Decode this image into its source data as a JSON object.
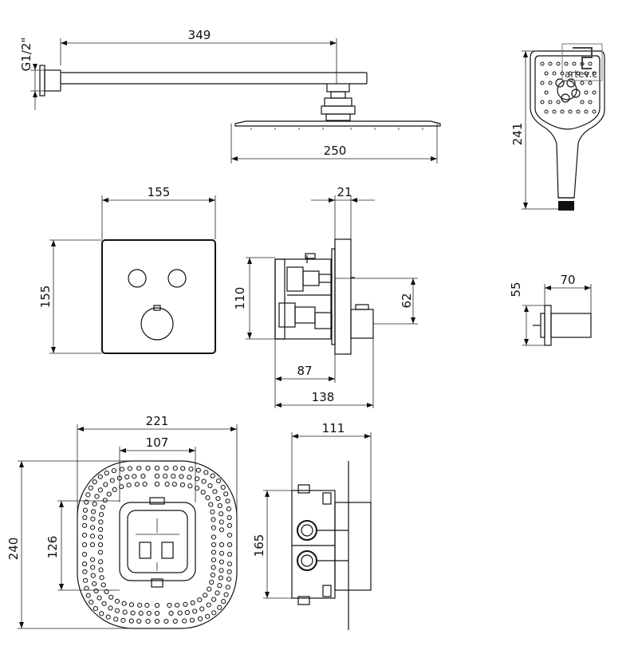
{
  "drawing": {
    "thread_label": "G1/2\"",
    "arm_length": "349",
    "head_width": "250",
    "hand_length": "241",
    "plate_width": "155",
    "plate_height": "155",
    "plate_depth": "21",
    "side_height": "110",
    "side_offset": "62",
    "side_depth_87": "87",
    "side_depth_138": "138",
    "holder_height": "55",
    "holder_width": "70",
    "box_width": "221",
    "box_inner": "107",
    "box_height": "240",
    "box_inner_h": "126",
    "body_depth": "111",
    "body_height": "165",
    "watermark": "artev.c"
  },
  "colors": {
    "line": "#111111",
    "background": "#ffffff"
  }
}
